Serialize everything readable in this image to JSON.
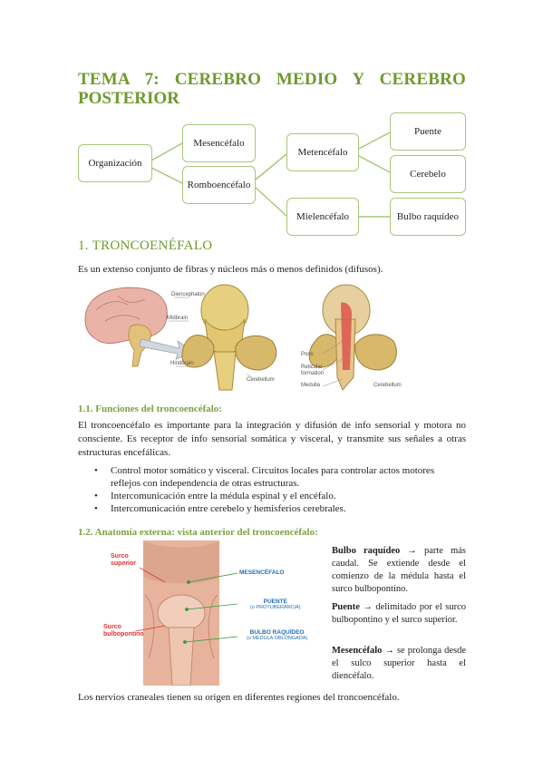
{
  "title": {
    "line1": "TEMA 7: CEREBRO MEDIO Y CEREBRO",
    "line2": "POSTERIOR"
  },
  "diagram": {
    "organizacion": "Organización",
    "mesencefalo": "Mesencéfalo",
    "romboencefalo": "Romboencéfalo",
    "metencefalo": "Metencéfalo",
    "mielencefalo": "Mielencéfalo",
    "puente": "Puente",
    "cerebelo": "Cerebelo",
    "bulbo": "Bulbo raquídeo"
  },
  "section1": {
    "heading": "1.  TRONCOENÉFALO",
    "intro": "Es un extenso conjunto de fibras y núcleos más o menos definidos (difusos).",
    "figure1_labels": {
      "diencephalon": "Diencephalon",
      "midbrain": "Midbrain",
      "hindbrain": "Hindbrain",
      "cerebellum1": "Cerebellum",
      "pons": "Pons",
      "reticular": "Reticular formation",
      "medulla": "Medulla",
      "cerebellum2": "Cerebellum"
    }
  },
  "sub11": {
    "heading": "1.1.  Funciones del troncoencéfalo:",
    "text": "El troncoencéfalo es importante para la integración y difusión de info sensorial y motora no consciente. Es receptor de info sensorial somática y visceral, y transmite sus señales a otras estructuras encefálicas.",
    "bullets": [
      "Control motor somático y visceral. Circuitos locales para controlar actos motores reflejos con independencia de otras estructuras.",
      "Intercomunicación entre la médula espinal y el encéfalo.",
      "Intercomunicación entre cerebelo y hemisferios cerebrales."
    ]
  },
  "sub12": {
    "heading": "1.2.  Anatomía externa: vista anterior del troncoencéfalo:",
    "figure2_labels": {
      "surco_superior": "Surco superior",
      "surco_bulbopontino": "Surco bulbopontino",
      "mesencefalo": "MESENCÉFALO",
      "puente": "PUENTE",
      "puente_sub": "(o PROTUBERANCIA)",
      "bulbo": "BULBO RAQUÍDEO",
      "bulbo_sub": "(o MÉDULA OBLONGADA)"
    },
    "side": [
      {
        "term": "Bulbo raquídeo",
        "arrow": "→",
        "desc": " parte más caudal. Se extiende desde el comienzo de la médula hasta el surco bulbopontino."
      },
      {
        "term": "Puente",
        "arrow": "→",
        "desc": " delimitado por el surco bulbopontino y el surco superior."
      },
      {
        "term": "Mesencéfalo",
        "arrow": "→",
        "desc": " se prolonga desde el sulco superior hasta el diencéfalo."
      }
    ],
    "footer": "Los nervios craneales tienen su origen en diferentes regiones del troncoencéfalo."
  }
}
